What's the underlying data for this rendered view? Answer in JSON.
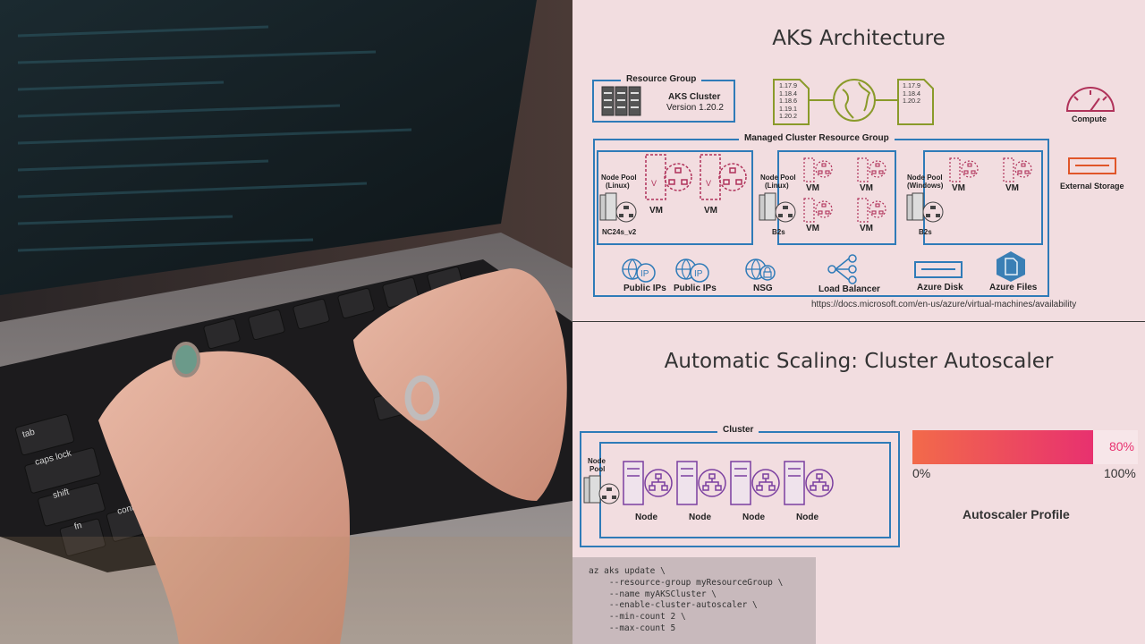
{
  "top_slide": {
    "title": "AKS Architecture",
    "resource_group": {
      "label": "Resource Group",
      "cluster_name": "AKS Cluster",
      "version": "Version 1.20.2"
    },
    "versions_left": [
      "1.17.9",
      "1.18.4",
      "1.18.6",
      "1.19.1",
      "1.20.2"
    ],
    "versions_right": [
      "1.17.9",
      "1.18.4",
      "1.20.2"
    ],
    "compute_label": "Compute",
    "external_storage_label": "External Storage",
    "managed_group_label": "Managed Cluster Resource Group",
    "pool1": {
      "label_line1": "Node Pool",
      "label_line2": "(Linux)",
      "sku": "NC24s_v2",
      "vm_label": "VM"
    },
    "pool2": {
      "label_line1": "Node Pool",
      "label_line2": "(Linux)",
      "sku": "B2s",
      "vm_label": "VM"
    },
    "pool3": {
      "label_line1": "Node Pool",
      "label_line2": "(Windows)",
      "sku": "B2s",
      "vm_label": "VM"
    },
    "resources": {
      "public_ips_1": "Public IPs",
      "public_ips_2": "Public IPs",
      "ip_text": "IP",
      "nsg": "NSG",
      "load_balancer": "Load Balancer",
      "azure_disk": "Azure Disk",
      "azure_files": "Azure Files"
    },
    "url": "https://docs.microsoft.com/en-us/azure/virtual-machines/availability"
  },
  "bottom_slide": {
    "title": "Automatic Scaling: Cluster Autoscaler",
    "cluster_label": "Cluster",
    "node_pool_line1": "Node",
    "node_pool_line2": "Pool",
    "node_label": "Node",
    "progress": {
      "value": 0.8,
      "value_text": "80%",
      "min_text": "0%",
      "max_text": "100%"
    },
    "autoscaler_profile": "Autoscaler Profile",
    "code_lines": [
      "az aks update \\",
      "    --resource-group myResourceGroup \\",
      "    --name myAKSCluster \\",
      "    --enable-cluster-autoscaler \\",
      "    --min-count 2 \\",
      "    --max-count 5"
    ]
  },
  "colors": {
    "accent_blue": "#2f7bb8",
    "vm_magenta": "#b0325a",
    "node_purple": "#7b3fa0",
    "version_olive": "#8a9a2a",
    "storage_orange": "#e0562a",
    "progress_pink": "#e8316f"
  }
}
